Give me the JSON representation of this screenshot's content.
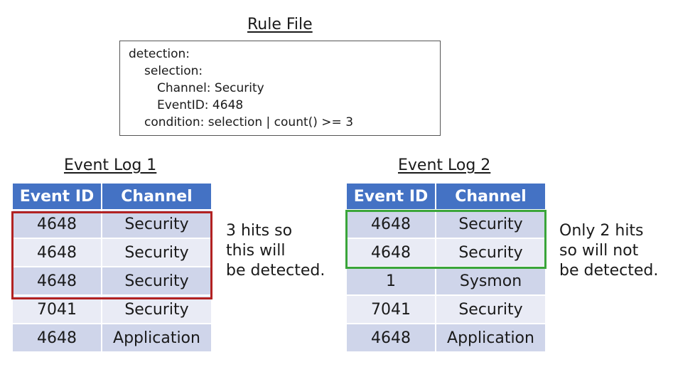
{
  "rule_file": {
    "title": "Rule File",
    "lines": [
      "detection:",
      "selection:",
      "Channel: Security",
      "EventID: 4648",
      "condition: selection | count() >= 3"
    ]
  },
  "log1": {
    "title": "Event Log 1",
    "headers": [
      "Event ID",
      "Channel"
    ],
    "rows": [
      [
        "4648",
        "Security"
      ],
      [
        "4648",
        "Security"
      ],
      [
        "4648",
        "Security"
      ],
      [
        "7041",
        "Security"
      ],
      [
        "4648",
        "Application"
      ]
    ],
    "highlight_color": "#b22222",
    "note": [
      "3 hits so",
      "this will",
      "be detected."
    ]
  },
  "log2": {
    "title": "Event Log 2",
    "headers": [
      "Event ID",
      "Channel"
    ],
    "rows": [
      [
        "4648",
        "Security"
      ],
      [
        "4648",
        "Security"
      ],
      [
        "1",
        "Sysmon"
      ],
      [
        "7041",
        "Security"
      ],
      [
        "4648",
        "Application"
      ]
    ],
    "highlight_color": "#3aa53a",
    "note": [
      "Only 2 hits",
      "so will not",
      "be detected."
    ]
  },
  "colors": {
    "header_bg": "#4472c4",
    "row_odd": "#cfd5ea",
    "row_even": "#e9ebf5"
  }
}
